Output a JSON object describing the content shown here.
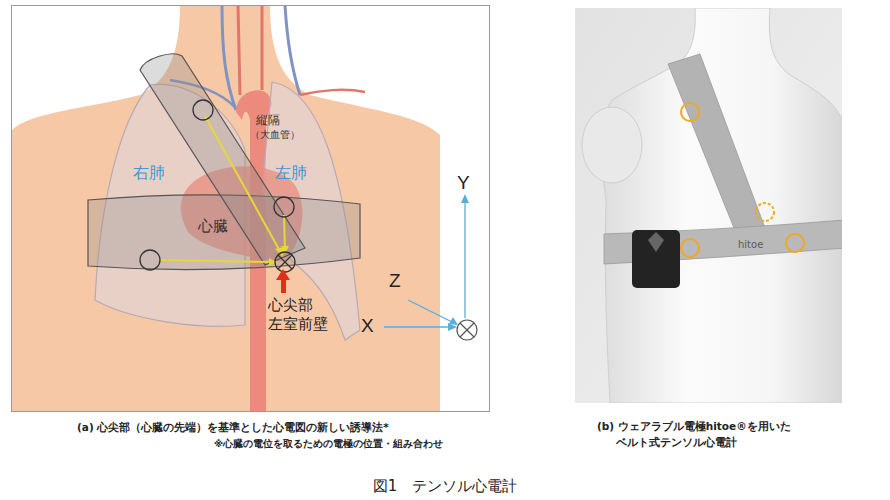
{
  "diagram": {
    "caption": "図1　テンソル心電計",
    "labels": [
      "縦隔",
      "（大血管）",
      "右肺",
      "左肺",
      "心臓",
      "心尖部",
      "左室前壁",
      "Y",
      "Z",
      "X",
      "(a)  心尖部（心臓の先端）を基準とした心電図の新しい誘導法*",
      "※心臓の電位を取るための電極の位置・組み合わせ",
      "hitoe",
      "(b) ウェアラブル電極hitoe®を用いた ベルト式テンソル心電計"
    ]
  }
}
